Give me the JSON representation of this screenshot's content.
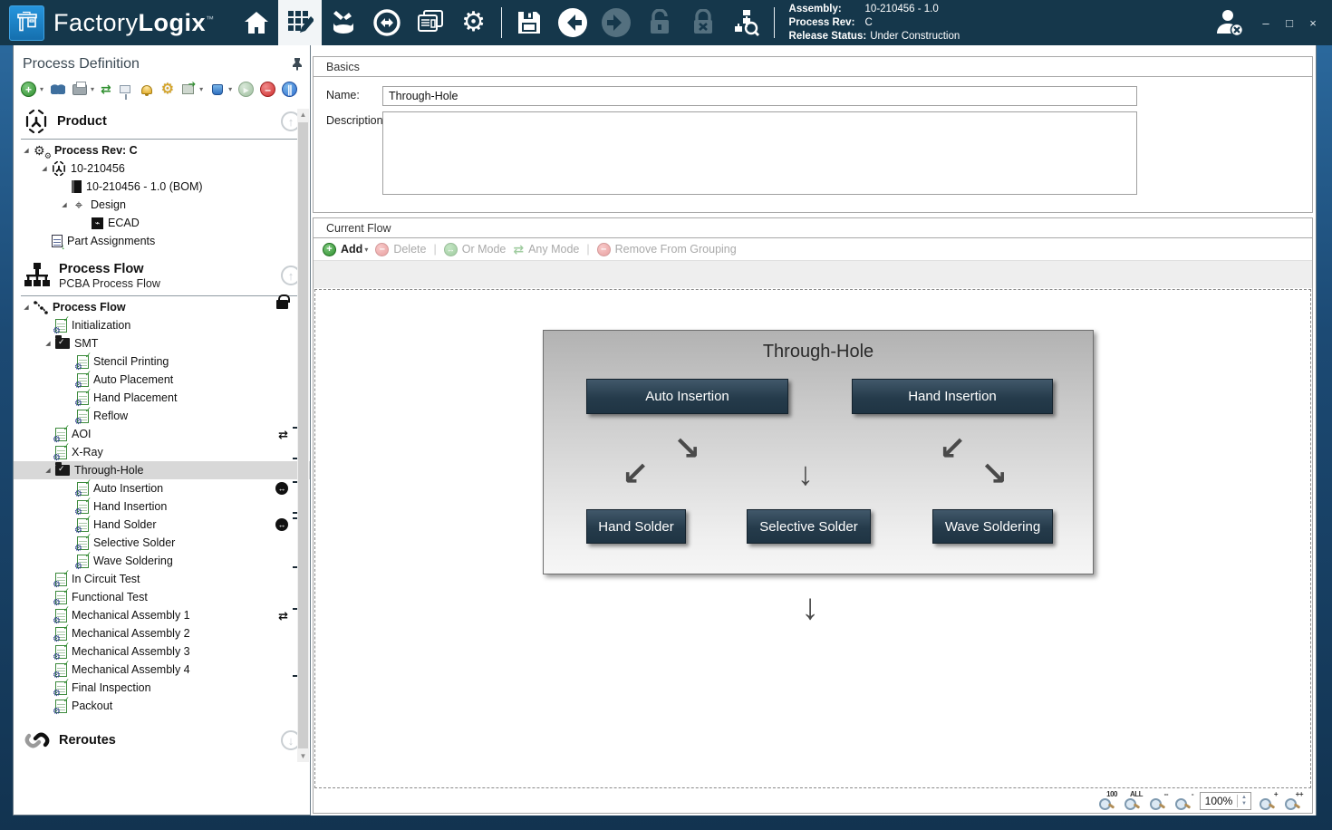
{
  "colors": {
    "topbar": "#15374B",
    "logo_blue": "#1C81C9",
    "node_fill": "#2B4255",
    "selection": "#D8D8D8",
    "arrow_gray": "#4A4A4A"
  },
  "titlebar": {
    "brand_light": "Factory",
    "brand_bold": "Logix",
    "trademark": "™",
    "info": {
      "assembly_label": "Assembly:",
      "assembly_value": "10-210456 - 1.0",
      "process_rev_label": "Process Rev:",
      "process_rev_value": "C",
      "release_status_label": "Release Status:",
      "release_status_value": "Under Construction"
    },
    "window_controls": {
      "minimize": "–",
      "maximize": "□",
      "close": "×"
    }
  },
  "left_panel": {
    "title": "Process Definition",
    "product_section": {
      "label": "Product"
    },
    "process_flow_section": {
      "label": "Process Flow",
      "subtitle": "PCBA Process Flow"
    },
    "reroutes_section": {
      "label": "Reroutes"
    },
    "product_tree": [
      {
        "label": "Process Rev: C",
        "icon": "gears-icon"
      },
      {
        "label": "10-210456",
        "icon": "product-cube-icon"
      },
      {
        "label": "10-210456 - 1.0 (BOM)",
        "icon": "bom-icon"
      },
      {
        "label": "Design",
        "icon": "design-circuit-icon"
      },
      {
        "label": "ECAD",
        "icon": "ecad-icon"
      },
      {
        "label": "Part Assignments",
        "icon": "part-assignments-icon"
      }
    ],
    "flow_tree": [
      {
        "label": "Process Flow",
        "icon": "flow-path-icon",
        "locked": true
      },
      {
        "label": "Initialization",
        "icon": "operation-icon"
      },
      {
        "label": "SMT",
        "icon": "folder-check-icon"
      },
      {
        "label": "Stencil Printing",
        "icon": "operation-icon"
      },
      {
        "label": "Auto Placement",
        "icon": "operation-icon"
      },
      {
        "label": "Hand Placement",
        "icon": "operation-icon"
      },
      {
        "label": "Reflow",
        "icon": "operation-icon"
      },
      {
        "label": "AOI",
        "icon": "operation-icon",
        "badge": "any-mode"
      },
      {
        "label": "X-Ray",
        "icon": "operation-icon"
      },
      {
        "label": "Through-Hole",
        "icon": "folder-check-icon",
        "selected": true
      },
      {
        "label": "Auto Insertion",
        "icon": "operation-icon",
        "badge": "or-mode"
      },
      {
        "label": "Hand Insertion",
        "icon": "operation-icon"
      },
      {
        "label": "Hand Solder",
        "icon": "operation-icon",
        "badge": "or-mode"
      },
      {
        "label": "Selective Solder",
        "icon": "operation-icon"
      },
      {
        "label": "Wave Soldering",
        "icon": "operation-icon"
      },
      {
        "label": "In Circuit Test",
        "icon": "operation-icon"
      },
      {
        "label": "Functional Test",
        "icon": "operation-icon"
      },
      {
        "label": "Mechanical Assembly 1",
        "icon": "operation-icon",
        "badge": "any-mode"
      },
      {
        "label": "Mechanical Assembly 2",
        "icon": "operation-icon"
      },
      {
        "label": "Mechanical Assembly 3",
        "icon": "operation-icon"
      },
      {
        "label": "Mechanical Assembly 4",
        "icon": "operation-icon"
      },
      {
        "label": "Final Inspection",
        "icon": "operation-icon"
      },
      {
        "label": "Packout",
        "icon": "operation-icon"
      }
    ]
  },
  "basics": {
    "header": "Basics",
    "name_label": "Name:",
    "name_value": "Through-Hole",
    "description_label": "Description",
    "description_value": ""
  },
  "current_flow": {
    "header": "Current Flow",
    "toolbar": {
      "add": "Add",
      "delete": "Delete",
      "or_mode": "Or Mode",
      "any_mode": "Any Mode",
      "remove_from_grouping": "Remove From Grouping"
    },
    "diagram": {
      "group_title": "Through-Hole",
      "top_nodes": [
        {
          "label": "Auto Insertion"
        },
        {
          "label": "Hand Insertion"
        }
      ],
      "bottom_nodes": [
        {
          "label": "Hand Solder"
        },
        {
          "label": "Selective Solder"
        },
        {
          "label": "Wave Soldering"
        }
      ],
      "arrows": [
        "down-right",
        "down-left",
        "down",
        "down-left",
        "down-right",
        "exit-down"
      ]
    },
    "zoom_controls": {
      "value": "100%",
      "zoom_100_tag": "100",
      "zoom_all_tag": "ALL",
      "zoom_out_fast_tag": "--",
      "zoom_out_tag": "-",
      "zoom_in_tag": "+",
      "zoom_in_fast_tag": "++"
    }
  }
}
